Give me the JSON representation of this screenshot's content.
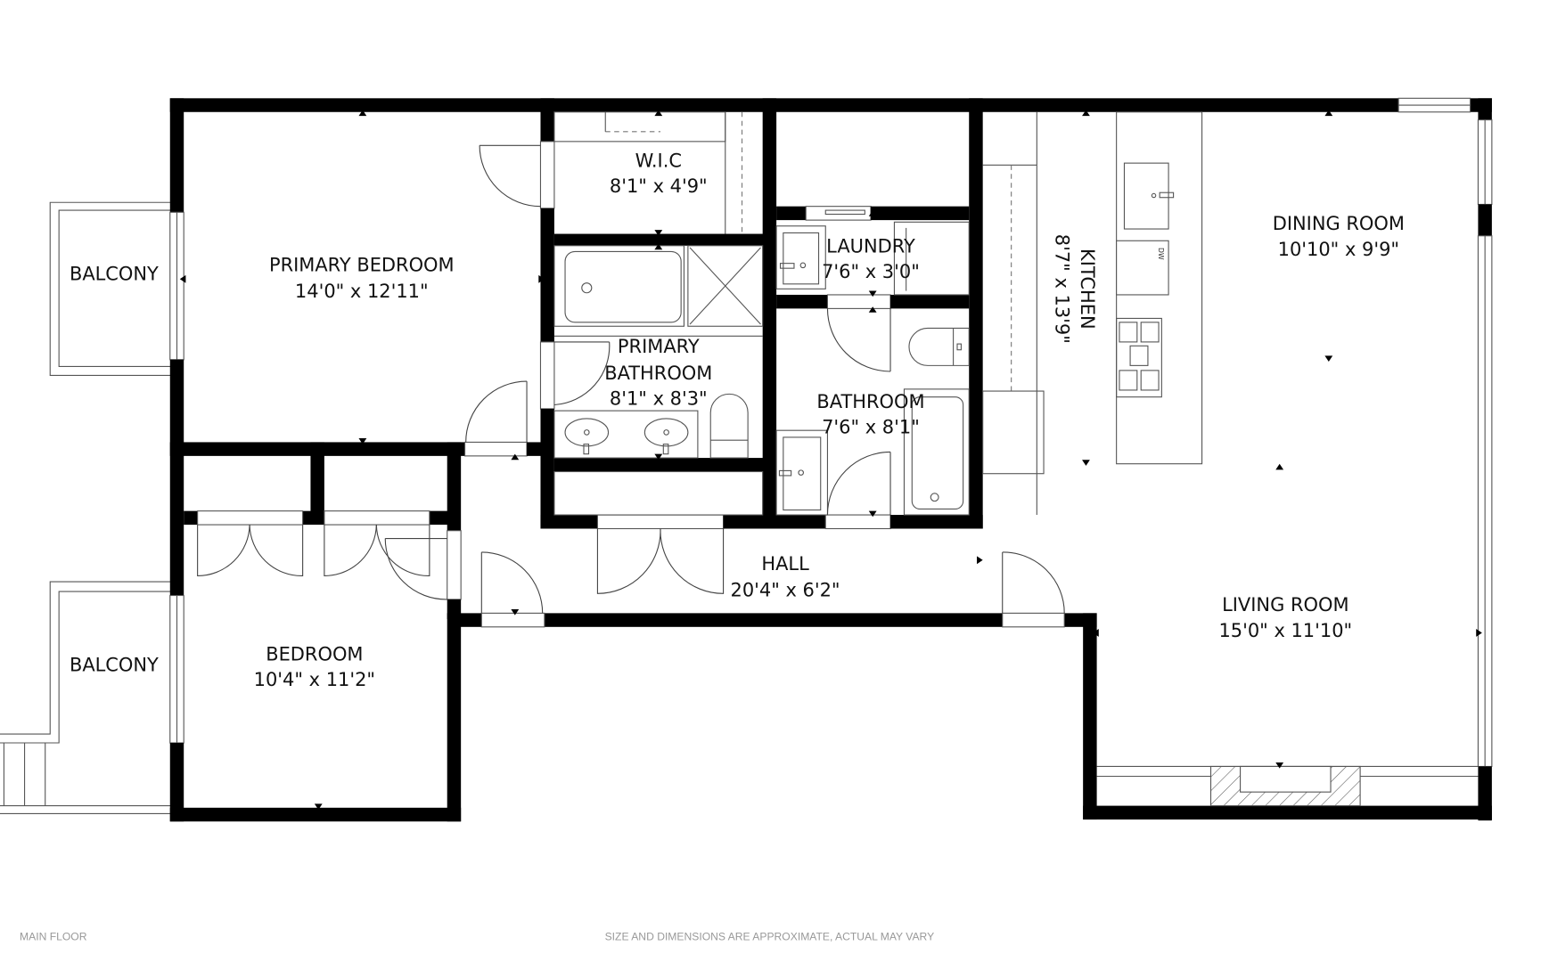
{
  "floor_label": "MAIN FLOOR",
  "disclaimer": "SIZE AND DIMENSIONS ARE APPROXIMATE, ACTUAL MAY VARY",
  "rooms": {
    "primary_bedroom": {
      "name": "PRIMARY BEDROOM",
      "dims": "14'0\" x 12'11\""
    },
    "wic": {
      "name": "W.I.C",
      "dims": "8'1\" x 4'9\""
    },
    "primary_bathroom": {
      "name_line1": "PRIMARY",
      "name_line2": "BATHROOM",
      "dims": "8'1\" x 8'3\""
    },
    "laundry": {
      "name": "LAUNDRY",
      "dims": "7'6\" x 3'0\""
    },
    "bathroom": {
      "name": "BATHROOM",
      "dims": "7'6\" x 8'1\""
    },
    "kitchen": {
      "name": "KITCHEN",
      "dims": "8'7\" x 13'9\""
    },
    "dining_room": {
      "name": "DINING ROOM",
      "dims": "10'10\" x 9'9\""
    },
    "living_room": {
      "name": "LIVING ROOM",
      "dims": "15'0\" x 11'10\""
    },
    "hall": {
      "name": "HALL",
      "dims": "20'4\" x 6'2\""
    },
    "bedroom": {
      "name": "BEDROOM",
      "dims": "10'4\" x 11'2\""
    },
    "balcony_upper": {
      "name": "BALCONY"
    },
    "balcony_lower": {
      "name": "BALCONY"
    }
  },
  "appliances": {
    "dishwasher": "DW"
  },
  "colors": {
    "wall": "#000000",
    "fixture_line": "#555555",
    "background": "#ffffff",
    "footer_text": "#999999"
  }
}
